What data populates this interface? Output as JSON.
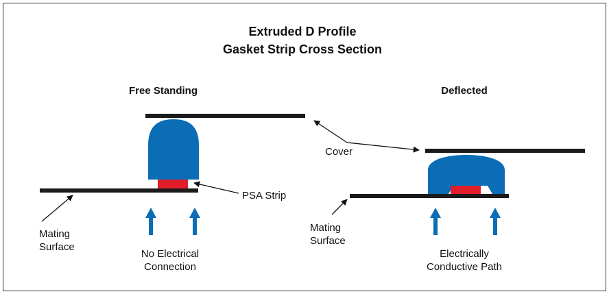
{
  "title": {
    "line1": "Extruded D Profile",
    "line2": "Gasket Strip Cross Section"
  },
  "panels": {
    "free_standing": {
      "heading": "Free Standing",
      "mating_surface_line1": "Mating",
      "mating_surface_line2": "Surface",
      "psa_strip": "PSA Strip",
      "result_line1": "No Electrical",
      "result_line2": "Connection"
    },
    "deflected": {
      "heading": "Deflected",
      "cover": "Cover",
      "mating_surface_line1": "Mating",
      "mating_surface_line2": "Surface",
      "result_line1": "Electrically",
      "result_line2": "Conductive Path"
    }
  },
  "colors": {
    "gasket": "#0b6db5",
    "psa_strip": "#e11d2a",
    "surface": "#1a1a1a",
    "arrow": "#0b6db5",
    "border": "#333333"
  }
}
